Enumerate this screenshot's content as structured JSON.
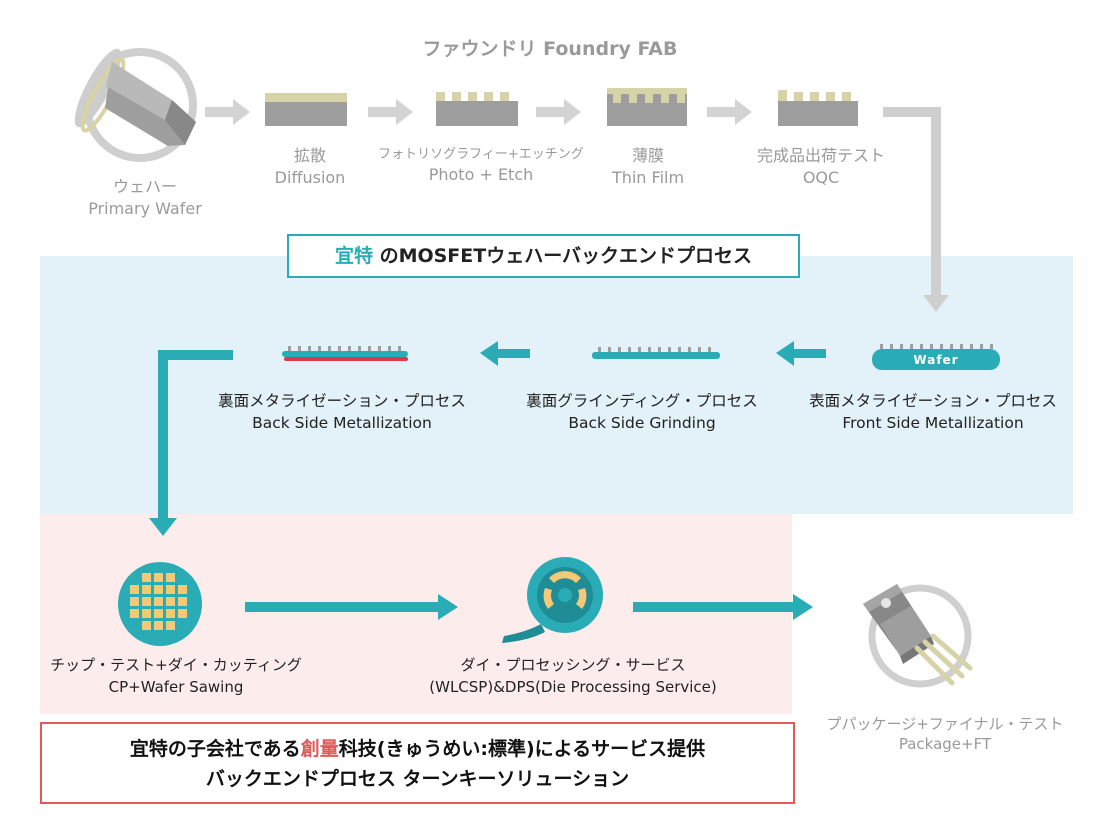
{
  "fab_title": "ファウンドリ Foundry FAB",
  "fab_steps": [
    {
      "jp": "ウェハー",
      "en": "Primary Wafer"
    },
    {
      "jp": "拡散",
      "en": "Diffusion"
    },
    {
      "jp": "フォトリソグラフィー+エッチング",
      "en": "Photo + Etch"
    },
    {
      "jp": "薄膜",
      "en": "Thin Film"
    },
    {
      "jp": "完成品出荷テスト",
      "en": "OQC"
    }
  ],
  "backend_title": {
    "accent": "宜特",
    "rest": " のMOSFETウェハーバックエンドプロセス"
  },
  "backend_steps": [
    {
      "jp": "表面メタライゼーション・プロセス",
      "en": "Front Side Metallization"
    },
    {
      "jp": "裏面グラインディング・プロセス",
      "en": "Back Side Grinding"
    },
    {
      "jp": "裏面メタライゼーション・プロセス",
      "en": "Back Side Metallization"
    }
  ],
  "wafer_label": "Wafer",
  "service_steps": [
    {
      "jp": "チップ・テスト+ダイ・カッティング",
      "en": "CP+Wafer Sawing"
    },
    {
      "jp": "ダイ・プロセッシング・サービス",
      "en": "(WLCSP)&DPS(Die Processing Service)"
    }
  ],
  "package_step": {
    "jp": "プパッケージ+ファイナル・テスト",
    "en": "Package+FT"
  },
  "footer": {
    "line1_a": "宜特の子会社である",
    "line1_hl": "創量",
    "line1_b": "科技(きゅうめい:標準)によるサービス提供",
    "line2": "バックエンドプロセス ターンキーソリューション"
  },
  "colors": {
    "teal": "#2aacb6",
    "gray": "#9a9a9a",
    "red": "#e05a5a",
    "chip": "#f3c978",
    "film": "#d6d3a8"
  }
}
